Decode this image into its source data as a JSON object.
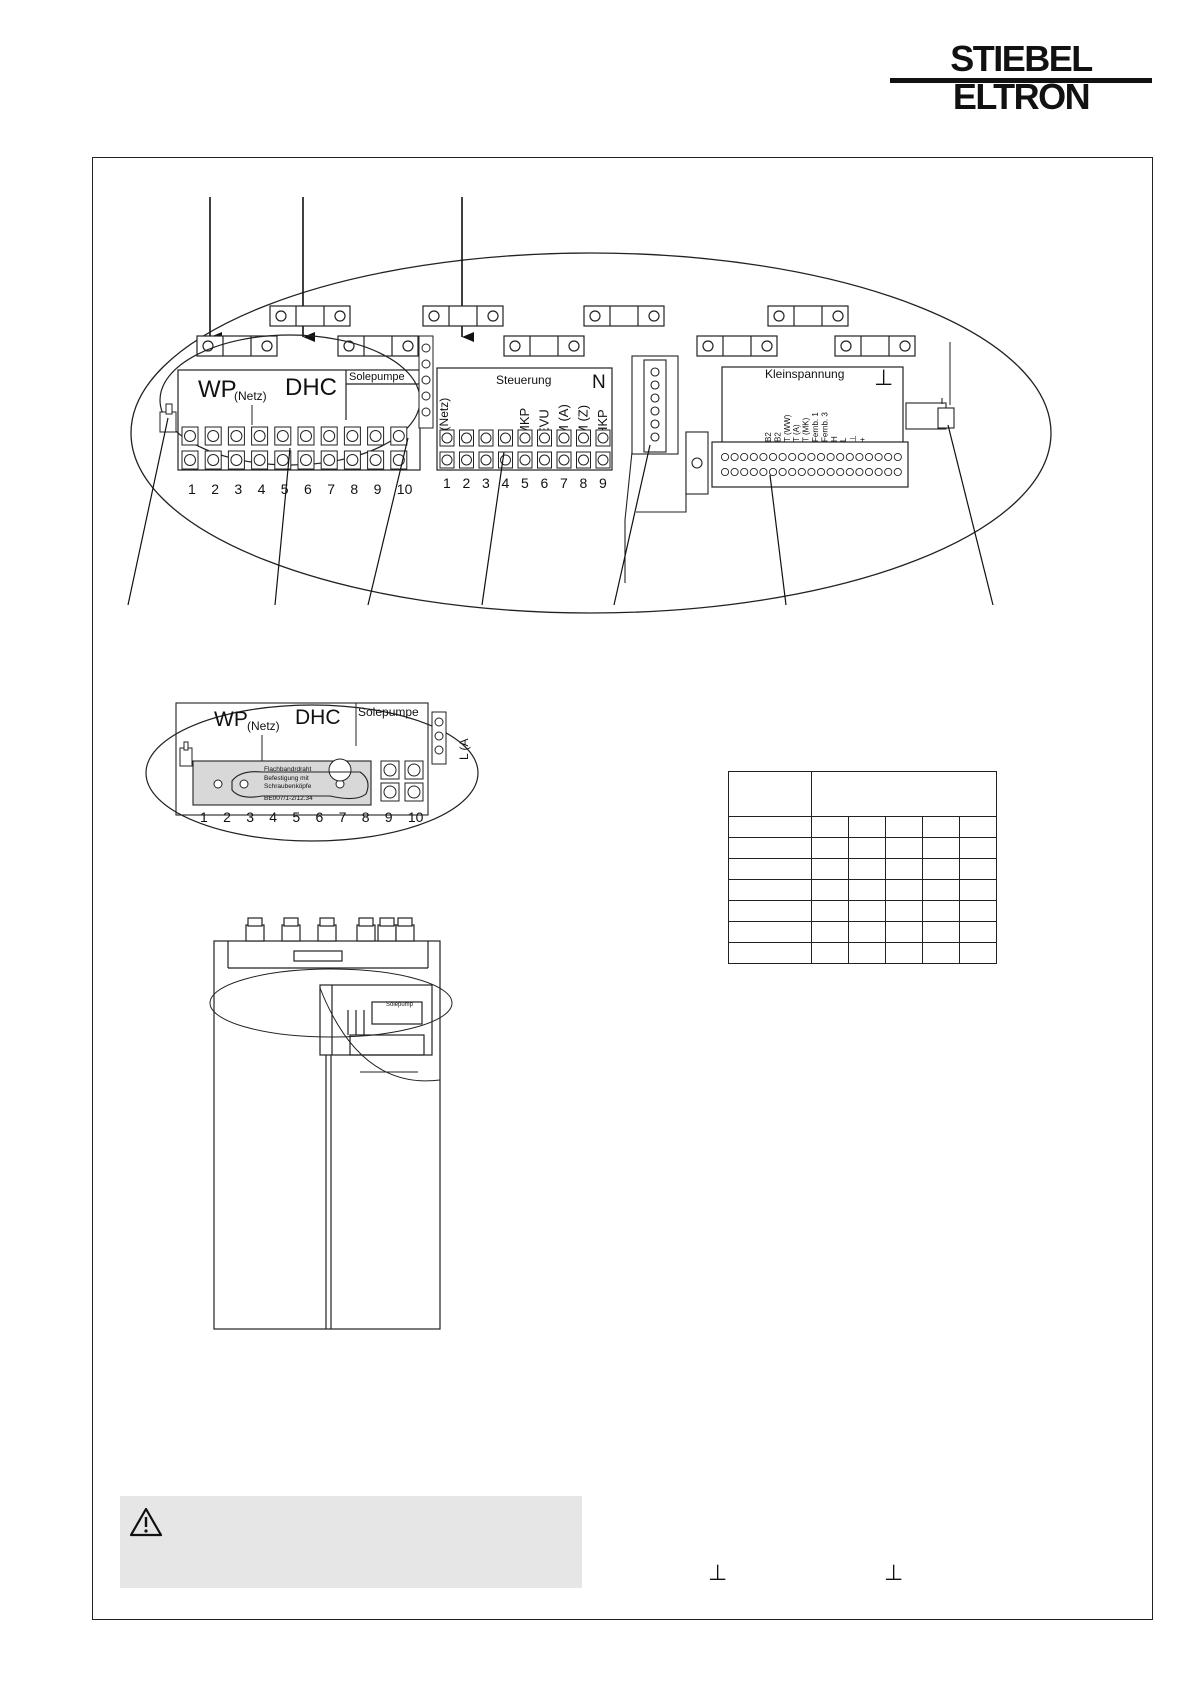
{
  "brand": {
    "name": "STIEBEL ELTRON"
  },
  "diagram": {
    "main": {
      "block_wp": "WP",
      "block_netz": "(Netz)",
      "block_dhc": "DHC",
      "block_solepumpe": "Solepumpe",
      "terminals_left": [
        "1",
        "2",
        "3",
        "4",
        "5",
        "6",
        "7",
        "8",
        "9",
        "10"
      ],
      "steuerung_title": "Steuerung",
      "steuerung_n": "N",
      "netz_vertical": "L (Netz)",
      "steuerung_vertical_labels": [
        "MKP",
        "EVU",
        "M (A)",
        "M (Z)",
        "HKP"
      ],
      "terminals_steuerung": [
        "1",
        "2",
        "3",
        "4",
        "5",
        "6",
        "7",
        "8",
        "9"
      ],
      "kleinspannung_title": "Kleinspannung",
      "kleinspannung_symbol": "⊥",
      "kleinspannung_vertical_labels": [
        "B2",
        "B2",
        "T (WW)",
        "T (A)",
        "T (MK)",
        "Fernb. 1",
        "Fernb. 3",
        "H",
        "L",
        "⊥",
        "+"
      ]
    },
    "detail": {
      "block_wp": "WP",
      "block_netz": "(Netz)",
      "block_dhc": "DHC",
      "block_solepumpe": "Solepumpe",
      "jumper_label_1": "Flachbandrdraht",
      "jumper_label_2": "Befestigung mit",
      "jumper_label_3": "Schraubenköpfe",
      "jumper_label_4": "BE007/1-2/12.34",
      "terminals": [
        "1",
        "2",
        "3",
        "4",
        "5",
        "6",
        "7",
        "8",
        "9",
        "10"
      ],
      "netz_vertical": "L (A"
    },
    "device": {
      "panel_label": "Solepump"
    }
  },
  "table": {
    "rows": 7,
    "cols": 6
  },
  "ground_symbols": [
    "⊥",
    "⊥"
  ]
}
